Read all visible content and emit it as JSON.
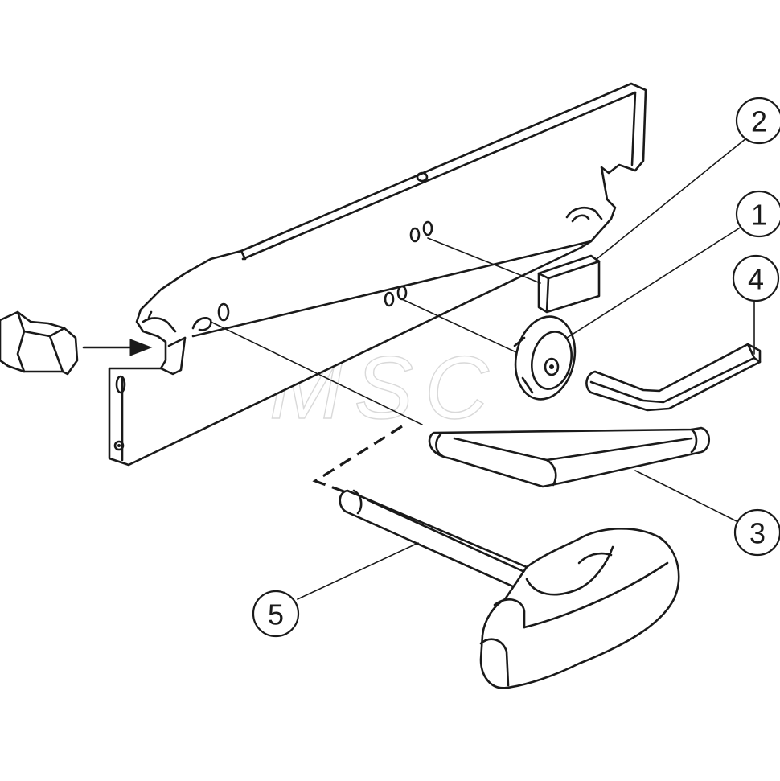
{
  "diagram": {
    "callouts": [
      {
        "id": "c1",
        "label": "1"
      },
      {
        "id": "c2",
        "label": "2"
      },
      {
        "id": "c3",
        "label": "3"
      },
      {
        "id": "c4",
        "label": "4"
      },
      {
        "id": "c5",
        "label": "5"
      }
    ],
    "watermark": "MSC",
    "line_color": "#1a1a1a"
  }
}
